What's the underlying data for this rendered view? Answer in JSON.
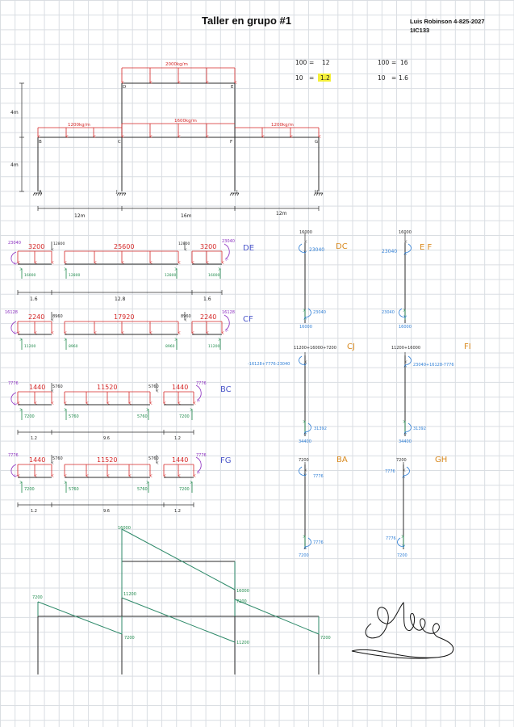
{
  "header": {
    "title": "Taller en grupo #1",
    "author": "Luis Robinson 4-825-2027",
    "group": "1IC133"
  },
  "conversions": {
    "row1_left": [
      "100",
      "=",
      "12"
    ],
    "row2_left": [
      "10",
      "=",
      "1.2"
    ],
    "row1_right": [
      "100",
      "=",
      "16"
    ],
    "row2_right": [
      "10",
      "=",
      "1.6"
    ]
  },
  "frame": {
    "nodes": {
      "A": "A",
      "B": "B",
      "C": "C",
      "D": "D",
      "E": "E",
      "F": "F",
      "G": "G",
      "H": "H",
      "I": "I",
      "J": "J"
    },
    "loads": {
      "top": "2000kg/m",
      "left": "1200kg/m",
      "mid": "1600kg/m",
      "right": "1200kg/m"
    },
    "heights": {
      "upper": "4m",
      "lower": "4m"
    },
    "spans": {
      "left": "12m",
      "mid": "16m",
      "right": "12m"
    }
  },
  "beams": {
    "DE": {
      "label": "DE",
      "moment_left": "23040",
      "moment_right": "23040",
      "left_load": "3200",
      "mid_load": "25600",
      "right_load": "3200",
      "mid_left_top": "12800",
      "mid_right_top": "12800",
      "r_left": "16000",
      "r_mid_left": "12800",
      "r_mid_right": "12800",
      "r_right": "16000",
      "dim_left": "1.6",
      "dim_mid": "12.8",
      "dim_right": "1.6"
    },
    "CF": {
      "label": "CF",
      "moment_left": "16128",
      "moment_right": "16128",
      "left_load": "2240",
      "mid_load": "17920",
      "right_load": "2240",
      "mid_left_top": "8960",
      "mid_right_top": "8960",
      "r_left": "11200",
      "r_mid_left": "8960",
      "r_mid_right": "8960",
      "r_right": "11200"
    },
    "BC": {
      "label": "BC",
      "moment_left": "7776",
      "moment_right": "7776",
      "left_load": "1440",
      "mid_load": "11520",
      "right_load": "1440",
      "mid_left_top": "5760",
      "mid_right_top": "5760",
      "r_left": "7200",
      "r_mid_left": "5760",
      "r_mid_right": "5760",
      "r_right": "7200",
      "dim_left": "1.2",
      "dim_mid": "9.6",
      "dim_right": "1.2"
    },
    "FG": {
      "label": "FG",
      "moment_left": "7776",
      "moment_right": "7776",
      "left_load": "1440",
      "mid_load": "11520",
      "right_load": "1440",
      "mid_left_top": "5760",
      "mid_right_top": "5760",
      "r_left": "7200",
      "r_mid_left": "5760",
      "r_mid_right": "5760",
      "r_right": "7200",
      "dim_left": "1.2",
      "dim_mid": "9.6",
      "dim_right": "1.2"
    }
  },
  "columns": {
    "DC": {
      "label": "DC",
      "top_force": "16000",
      "top_moment": "23040",
      "bottom_moment": "23040",
      "bottom_force": "16000"
    },
    "EF": {
      "label": "E F",
      "top_force": "16000",
      "top_moment": "23040",
      "bottom_moment": "23040",
      "bottom_force": "16000"
    },
    "CJ": {
      "label": "CJ",
      "top_force": "11200+16000+7200",
      "top_moment": "-16128+7776-23040",
      "bottom_moment": "31392",
      "bottom_force": "34400"
    },
    "FI": {
      "label": "FI",
      "top_force": "11200+16000",
      "top_moment": "23040+16128-7776",
      "bottom_moment": "31392",
      "bottom_force": "34400"
    },
    "BA": {
      "label": "BA",
      "top_force": "7200",
      "top_moment": "7776",
      "bottom_moment": "7776",
      "bottom_force": "7200"
    },
    "GH": {
      "label": "GH",
      "top_force": "7200",
      "top_moment": "7776",
      "bottom_moment": "7776",
      "bottom_force": "7200"
    }
  },
  "diagram": {
    "top": "16000",
    "left": "7200",
    "c_top": "11200",
    "f_upper": "16000",
    "f_lower": "7200",
    "c_bottom": "7200",
    "f_bottom": "11200",
    "right": "7200"
  },
  "colors": {
    "load": "#d42626",
    "reaction": "#1f8a4c",
    "moment_purple": "#8a2dbf",
    "moment_blue": "#2f7fd6",
    "label_blue": "#4a56c9",
    "label_orange": "#d98a1f",
    "ink": "#2b2b2b",
    "highlight": "#f4ef3a",
    "diagram": "#2f8a6a"
  }
}
